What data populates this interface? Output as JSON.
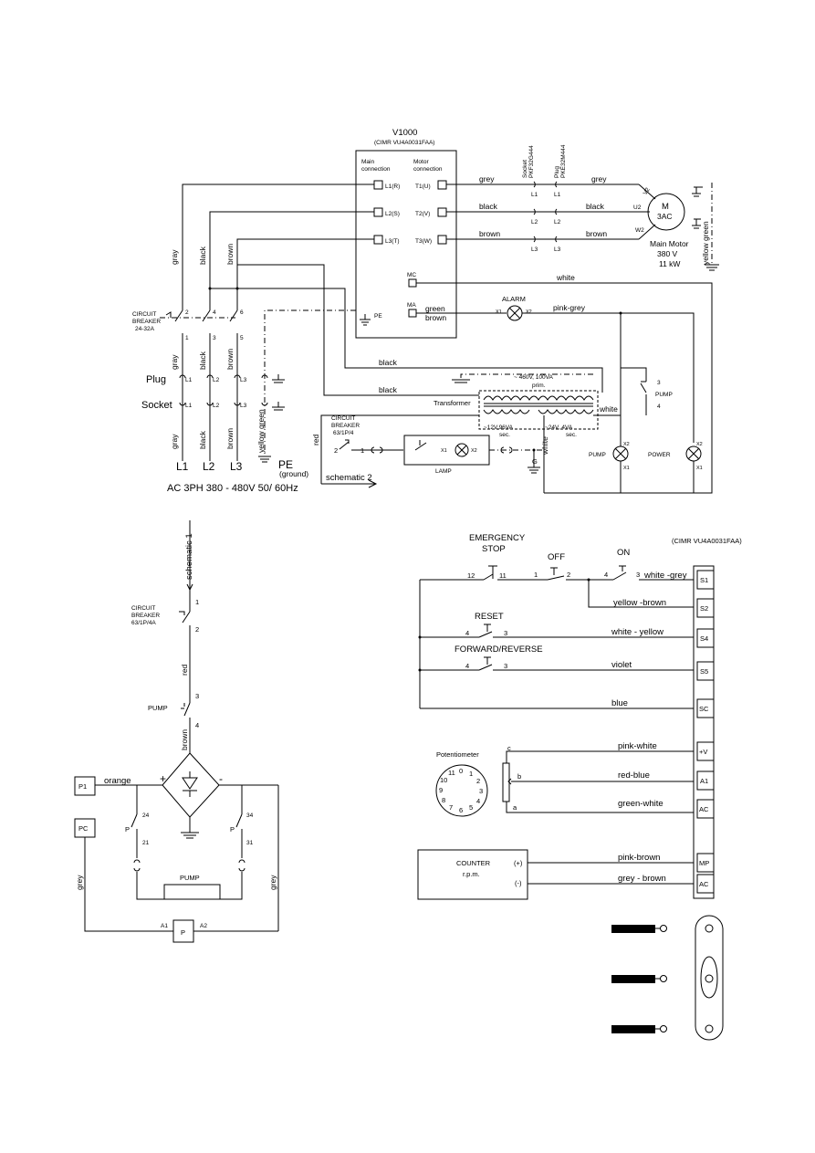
{
  "top": {
    "inverter_title": "V1000",
    "inverter_model": "(CIMR VU4A0031FAA)",
    "main_connection": [
      "Main",
      "connection"
    ],
    "motor_connection": [
      "Motor",
      "connection"
    ],
    "inputs": [
      "L1(R)",
      "L2(S)",
      "L3(T)"
    ],
    "outputs": [
      "T1(U)",
      "T2(V)",
      "T3(W)"
    ],
    "mc": "MC",
    "ma": "MA",
    "pe": "PE",
    "socket_label": "Socket",
    "socket_model": "PKF32G444",
    "plug_label": "Plug",
    "plug_model": "PKE32M444",
    "line_l1": "L1",
    "line_l2": "L2",
    "line_l3": "L3",
    "wire_grey": "grey",
    "wire_black": "black",
    "wire_brown": "brown",
    "wire_white": "white",
    "wire_green": "green",
    "wire_pinkgrey": "pink-grey",
    "wire_gray": "gray",
    "wire_red": "red",
    "wire_yellowgreen": "yellow green",
    "motor_m": "M",
    "motor_3ac": "3AC",
    "motor_u": "U2",
    "motor_v": "V2",
    "motor_w": "W2",
    "motor_name": "Main Motor",
    "motor_voltage": "380 V",
    "motor_power": "11 kW",
    "alarm": "ALARM",
    "x1": "X1",
    "x2": "X2",
    "cb_main": [
      "CIRCUIT",
      "BREAKER",
      "24-32A"
    ],
    "plug": "Plug",
    "socket": "Socket",
    "transformer": "Transformer",
    "prim": [
      "~ 460V, 100VA",
      "prim."
    ],
    "sec1": [
      "~12V,96VA",
      "sec."
    ],
    "sec2": [
      "~24V, 4VA",
      "sec."
    ],
    "pump": "PUMP",
    "power": "POWER",
    "lamp": "LAMP",
    "cb_small": [
      "CIRCUIT",
      "BREAKER",
      "63/1P/4"
    ],
    "pe_ground": "PE",
    "ground": "(ground)",
    "g": "G",
    "schematic2": "schematic 2",
    "supply": "AC 3PH 380 - 480V  50/ 60Hz",
    "n1": "1",
    "n2": "2",
    "n3": "3",
    "n4": "4",
    "n5": "5",
    "n6": "6"
  },
  "bottom_left": {
    "schematic1": "schematic 1",
    "cb": [
      "CIRCUIT",
      "BREAKER",
      "63/1P/4A"
    ],
    "red": "red",
    "brown": "brown",
    "pump": "PUMP",
    "orange": "orange",
    "plus": "+",
    "minus": "-",
    "p1": "P1",
    "pc": "PC",
    "p": "P",
    "a1": "A1",
    "a2": "A2",
    "grey": "grey",
    "c24": "24",
    "c21": "21",
    "c34": "34",
    "c31": "31",
    "n1": "1",
    "n2": "2",
    "n3": "3",
    "n4": "4"
  },
  "bottom_right": {
    "model": "(CIMR VU4A0031FAA)",
    "estop": [
      "EMERGENCY",
      "STOP"
    ],
    "off": "OFF",
    "on": "ON",
    "reset": "RESET",
    "fwdrev": "FORWARD/REVERSE",
    "terminals": [
      "S1",
      "S2",
      "S4",
      "S5",
      "SC",
      "+V",
      "A1",
      "AC",
      "MP",
      "AC"
    ],
    "wires": [
      "white -grey",
      "yellow -brown",
      "white - yellow",
      "violet",
      "blue",
      "pink-white",
      "red-blue",
      "green-white",
      "pink-brown",
      "grey - brown"
    ],
    "potentiometer": "Potentiometer",
    "dial": [
      "11",
      "0",
      "1",
      "2",
      "3",
      "4",
      "5",
      "6",
      "7",
      "8",
      "9",
      "10"
    ],
    "pot_c": "c",
    "pot_b": "b",
    "pot_a": "a",
    "counter": "COUNTER",
    "rpm": "r.p.m.",
    "cplus": "(+)",
    "cminus": "(-)",
    "c12": "12",
    "c11": "11",
    "c1": "1",
    "c2": "2",
    "c4": "4",
    "c3": "3"
  }
}
